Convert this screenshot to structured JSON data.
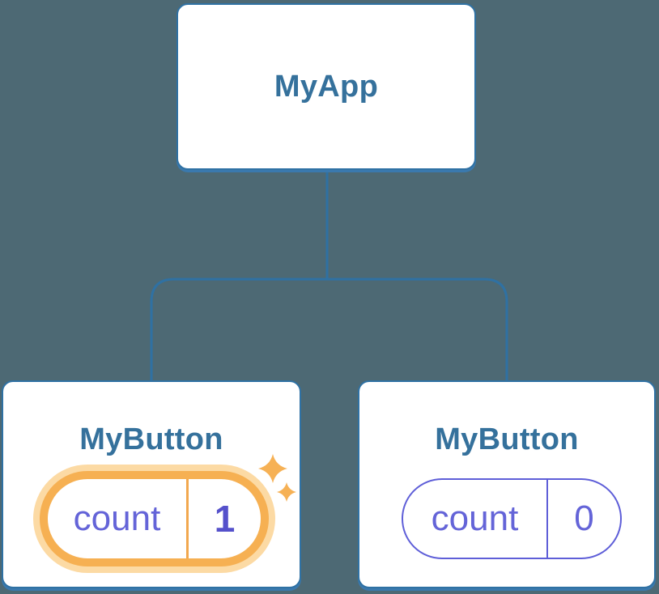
{
  "diagram": {
    "root": {
      "label": "MyApp"
    },
    "children": [
      {
        "label": "MyButton",
        "state": {
          "key": "count",
          "value": "1"
        },
        "highlighted": true
      },
      {
        "label": "MyButton",
        "state": {
          "key": "count",
          "value": "0"
        },
        "highlighted": false
      }
    ]
  },
  "icons": {
    "state_updated": "sparkle-icon"
  },
  "colors": {
    "background": "#4d6974",
    "node_background": "#ffffff",
    "node_border": "#2f71a3",
    "node_shadow": "#3a79ae",
    "node_text": "#35719c",
    "connector": "#2f71a3",
    "state_text": "#6464d8",
    "state_value_bold": "#5551cb",
    "state_border": "#5e5ed8",
    "highlight_orange": "#f6b052",
    "highlight_halo": "#fcdaa4",
    "highlight_divider": "#f2a84e",
    "sparkle": "#f6b155"
  }
}
